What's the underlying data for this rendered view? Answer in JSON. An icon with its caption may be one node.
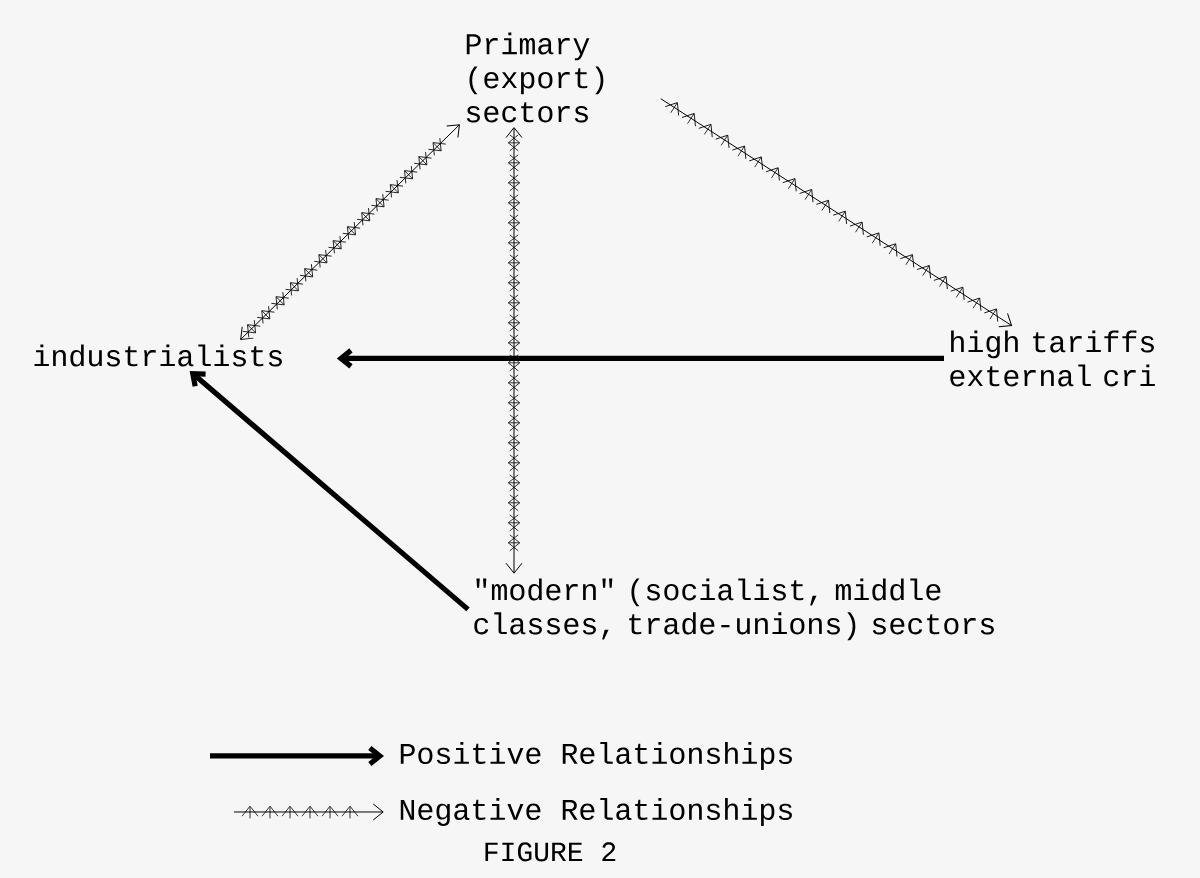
{
  "diagram": {
    "caption": "FIGURE 2",
    "nodes": [
      {
        "text": [
          "Primary (export) sectors"
        ]
      },
      {
        "text": [
          "industrialists"
        ]
      },
      {
        "text": [
          "high tariffs external cri"
        ]
      },
      {
        "text": [
          "\"modern\" (socialist, middle classes, trade-unions) sectors"
        ]
      }
    ],
    "edges": [
      {
        "from": 1,
        "to": 0,
        "arrow": "both"
      },
      {
        "from": 0,
        "to": 2,
        "arrow": "to"
      },
      {
        "from": 0,
        "to": 3,
        "arrow": "both"
      },
      {
        "from": 2,
        "to": 1,
        "arrow": "to",
        "style": "thick"
      },
      {
        "from": 3,
        "to": 1,
        "arrow": "to",
        "style": "thick"
      }
    ],
    "legend": [
      {
        "text": "Positive Relationships"
      },
      {
        "text": "Negative Relationships"
      }
    ]
  }
}
